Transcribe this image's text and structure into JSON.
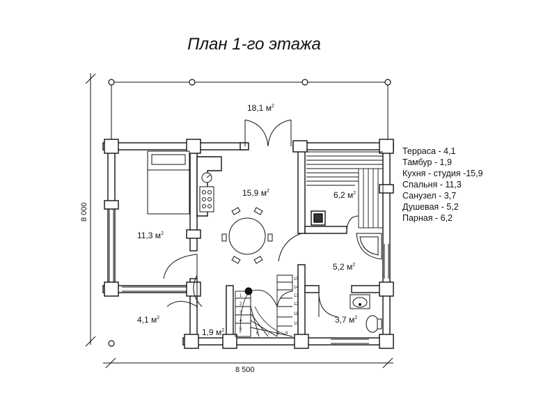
{
  "title": "План 1-го этажа",
  "legend": [
    "Терраса - 4,1",
    "Тамбур - 1,9",
    "Кухня - студия -15,9",
    "Спальня - 11,3",
    "Санузел - 3,7",
    "Душевая - 5,2",
    "Парная - 6,2"
  ],
  "areas": {
    "veranda": "18,1 м",
    "kitchen": "15,9 м",
    "bedroom": "11,3 м",
    "steam": "6,2 м",
    "shower": "5,2 м",
    "terrace": "4,1 м",
    "vestibule": "1,9 м",
    "bathroom": "3,7 м",
    "unit_sup": "2"
  },
  "dimensions": {
    "height": "8 000",
    "width": "8 500"
  },
  "stair_steps": [
    "1",
    "2",
    "3",
    "4",
    "5",
    "6",
    "7",
    "8",
    "9",
    "10",
    "11",
    "12",
    "13",
    "14",
    "15"
  ]
}
